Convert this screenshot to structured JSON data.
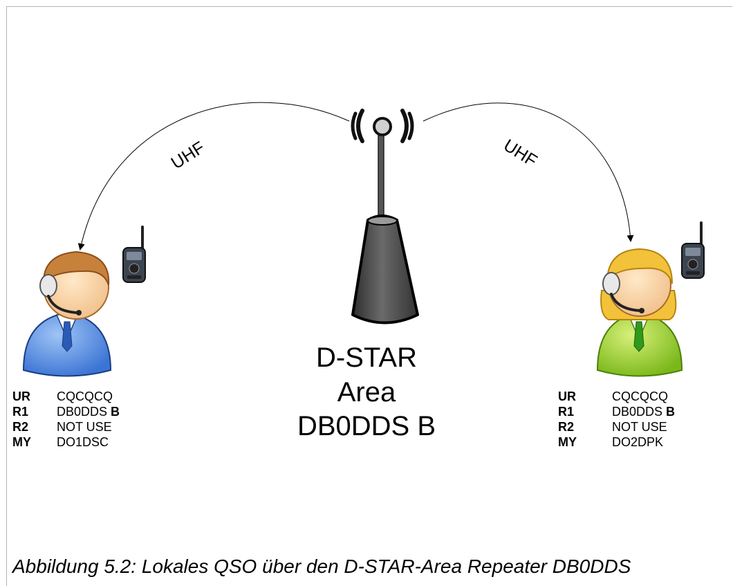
{
  "arc_labels": {
    "left": "UHF",
    "right": "UHF"
  },
  "repeater": {
    "line1": "D-STAR",
    "line2": "Area",
    "line3": "DB0DDS B"
  },
  "left_station": {
    "rows": [
      {
        "key": "UR",
        "value": "CQCQCQ",
        "suffix": ""
      },
      {
        "key": "R1",
        "value": "DB0DDS ",
        "suffix": "B"
      },
      {
        "key": "R2",
        "value": "NOT USE",
        "suffix": ""
      },
      {
        "key": "MY",
        "value": "DO1DSC",
        "suffix": ""
      }
    ]
  },
  "right_station": {
    "rows": [
      {
        "key": "UR",
        "value": "CQCQCQ",
        "suffix": ""
      },
      {
        "key": "R1",
        "value": "DB0DDS ",
        "suffix": "B"
      },
      {
        "key": "R2",
        "value": "NOT USE",
        "suffix": ""
      },
      {
        "key": "MY",
        "value": "DO2DPK",
        "suffix": ""
      }
    ]
  },
  "caption": "Abbildung 5.2: Lokales QSO über den D-STAR-Area Repeater DB0DDS",
  "colors": {
    "left_person_body": "#4a86e0",
    "right_person_body": "#9bd126",
    "tower": "#4a4a4a",
    "hair_left": "#c8813a",
    "hair_right": "#f2c23a"
  }
}
